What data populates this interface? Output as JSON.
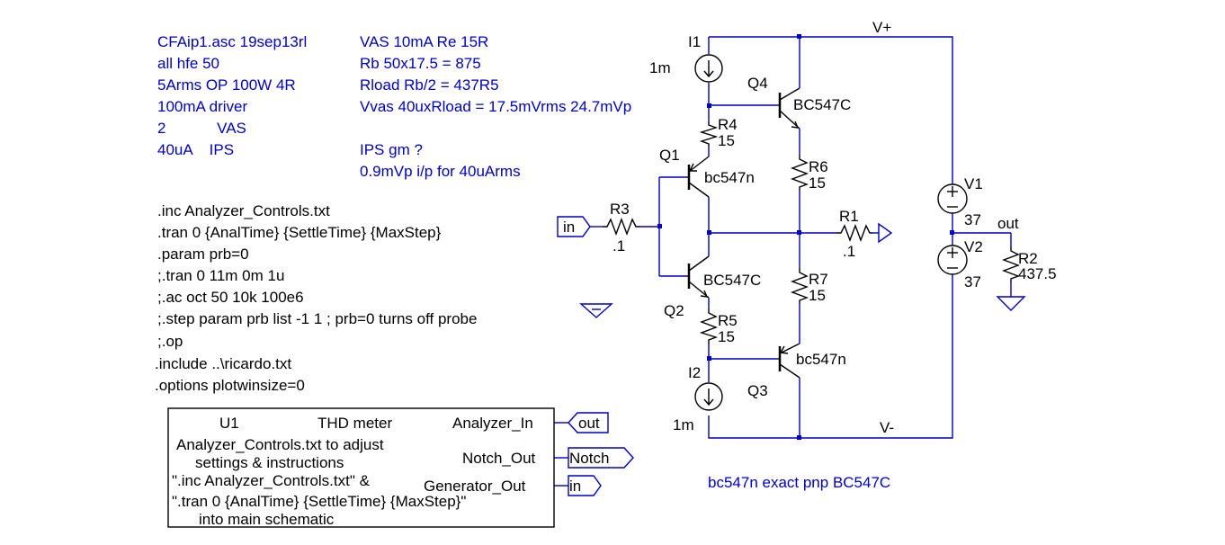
{
  "notes_blue": [
    "CFAip1.asc 19sep13rl",
    "all hfe 50",
    "5Arms  OP 100W 4R",
    "100mA driver",
    "2            VAS",
    "40uA    IPS"
  ],
  "notes_blue2": [
    "VAS 10mA Re 15R",
    "Rb 50x17.5 = 875",
    "Rload Rb/2 = 437R5",
    "Vvas 40uxRload = 17.5mVrms 24.7mVp"
  ],
  "notes_blue3": [
    "IPS gm ?",
    "0.9mVp i/p for 40uArms"
  ],
  "directives": [
    ".inc Analyzer_Controls.txt",
    ".tran 0 {AnalTime} {SettleTime} {MaxStep}",
    ".param prb=0",
    ";.tran 0 11m 0m 1u",
    ";.ac oct 50 10k 100e6",
    ";.step param prb list -1 1 ; prb=0 turns off probe",
    ";.op",
    ".include ..\\ricardo.txt",
    ".options plotwinsize=0"
  ],
  "footnote": "bc547n exact pnp BC547C",
  "nets": {
    "vplus": "V+",
    "vminus": "V-",
    "out": "out"
  },
  "flags": {
    "in_left": "in",
    "out_u1": "out",
    "notch": "Notch",
    "in_u1": "in"
  },
  "components": {
    "I1": {
      "name": "I1",
      "value": "1m"
    },
    "I2": {
      "name": "I2",
      "value": "1m"
    },
    "Q1": {
      "name": "Q1",
      "model": "bc547n"
    },
    "Q2": {
      "name": "Q2",
      "model": "BC547C"
    },
    "Q3": {
      "name": "Q3",
      "model": "bc547n"
    },
    "Q4": {
      "name": "Q4",
      "model": "BC547C"
    },
    "R1": {
      "name": "R1",
      "value": ".1"
    },
    "R2": {
      "name": "R2",
      "value": "437.5"
    },
    "R3": {
      "name": "R3",
      "value": ".1"
    },
    "R4": {
      "name": "R4",
      "value": "15"
    },
    "R5": {
      "name": "R5",
      "value": "15"
    },
    "R6": {
      "name": "R6",
      "value": "15"
    },
    "R7": {
      "name": "R7",
      "value": "15"
    },
    "V1": {
      "name": "V1",
      "value": "37"
    },
    "V2": {
      "name": "V2",
      "value": "37"
    }
  },
  "u1": {
    "name": "U1",
    "title": "THD meter",
    "pins": {
      "analyzer_in": "Analyzer_In",
      "notch_out": "Notch_Out",
      "generator_out": "Generator_Out"
    },
    "desc": [
      "Analyzer_Controls.txt to adjust",
      "settings & instructions",
      "\".inc Analyzer_Controls.txt\" &",
      "\".tran 0 {AnalTime} {SettleTime} {MaxStep}\"",
      "into main schematic"
    ]
  }
}
